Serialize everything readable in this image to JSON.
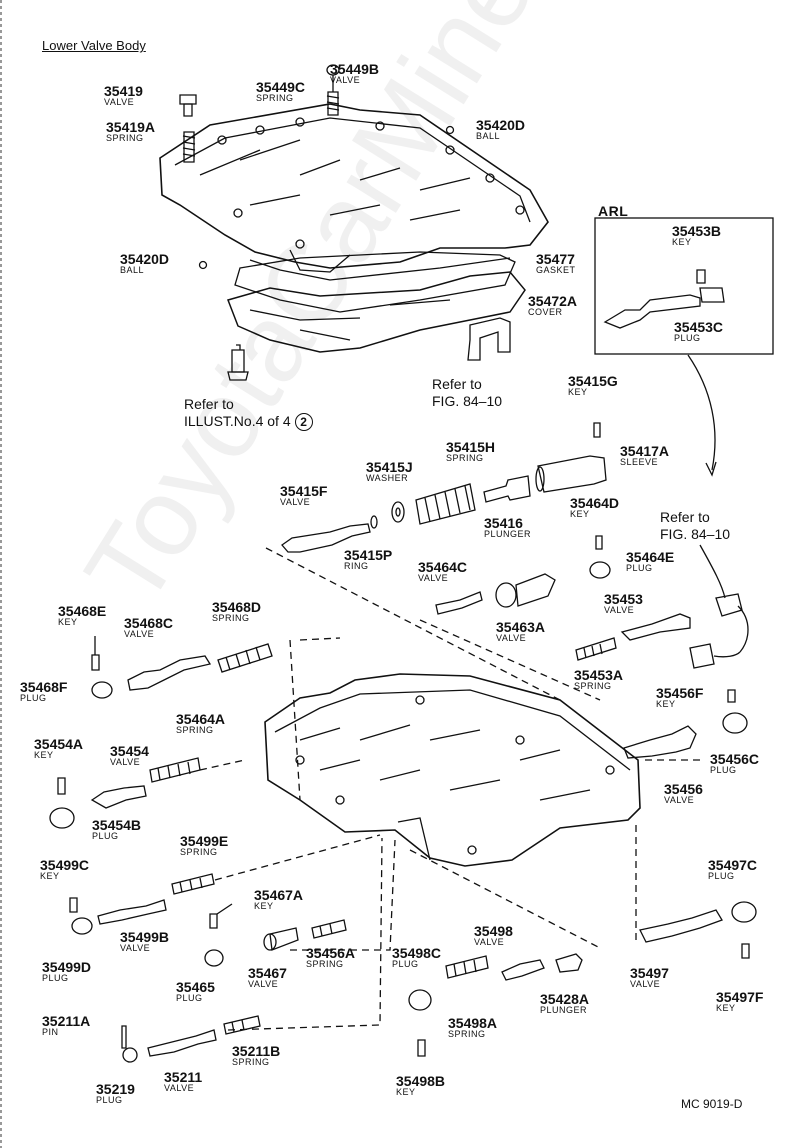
{
  "title": "Lower Valve Body",
  "figure_code": "MC 9019-D",
  "watermark": "ToyotaCarMine.ru",
  "arl_label": "ARL",
  "references": {
    "illust_line1": "Refer to",
    "illust_line2": "ILLUST.No.4 of 4",
    "illust_circle": "2",
    "fig_a_line1": "Refer to",
    "fig_a_line2": "FIG. 84–10",
    "fig_b_line1": "Refer to",
    "fig_b_line2": "FIG. 84–10"
  },
  "parts": [
    {
      "num": "35419",
      "name": "VALVE"
    },
    {
      "num": "35419A",
      "name": "SPRING"
    },
    {
      "num": "35449B",
      "name": "VALVE"
    },
    {
      "num": "35449C",
      "name": "SPRING"
    },
    {
      "num": "35420D",
      "name": "BALL"
    },
    {
      "num": "35420D",
      "name": "BALL"
    },
    {
      "num": "35477",
      "name": "GASKET"
    },
    {
      "num": "35472A",
      "name": "COVER"
    },
    {
      "num": "35453B",
      "name": "KEY"
    },
    {
      "num": "35453C",
      "name": "PLUG"
    },
    {
      "num": "35415G",
      "name": "KEY"
    },
    {
      "num": "35415H",
      "name": "SPRING"
    },
    {
      "num": "35417A",
      "name": "SLEEVE"
    },
    {
      "num": "35415J",
      "name": "WASHER"
    },
    {
      "num": "35415F",
      "name": "VALVE"
    },
    {
      "num": "35416",
      "name": "PLUNGER"
    },
    {
      "num": "35415P",
      "name": "RING"
    },
    {
      "num": "35464D",
      "name": "KEY"
    },
    {
      "num": "35464E",
      "name": "PLUG"
    },
    {
      "num": "35464C",
      "name": "VALVE"
    },
    {
      "num": "35468E",
      "name": "KEY"
    },
    {
      "num": "35468C",
      "name": "VALVE"
    },
    {
      "num": "35468D",
      "name": "SPRING"
    },
    {
      "num": "35468F",
      "name": "PLUG"
    },
    {
      "num": "35463A",
      "name": "VALVE"
    },
    {
      "num": "35453",
      "name": "VALVE"
    },
    {
      "num": "35453A",
      "name": "SPRING"
    },
    {
      "num": "35456F",
      "name": "KEY"
    },
    {
      "num": "35464A",
      "name": "SPRING"
    },
    {
      "num": "35454A",
      "name": "KEY"
    },
    {
      "num": "35454",
      "name": "VALVE"
    },
    {
      "num": "35456C",
      "name": "PLUG"
    },
    {
      "num": "35456",
      "name": "VALVE"
    },
    {
      "num": "35454B",
      "name": "PLUG"
    },
    {
      "num": "35499E",
      "name": "SPRING"
    },
    {
      "num": "35499C",
      "name": "KEY"
    },
    {
      "num": "35467A",
      "name": "KEY"
    },
    {
      "num": "35497C",
      "name": "PLUG"
    },
    {
      "num": "35499B",
      "name": "VALVE"
    },
    {
      "num": "35498",
      "name": "VALVE"
    },
    {
      "num": "35456A",
      "name": "SPRING"
    },
    {
      "num": "35498C",
      "name": "PLUG"
    },
    {
      "num": "35499D",
      "name": "PLUG"
    },
    {
      "num": "35465",
      "name": "PLUG"
    },
    {
      "num": "35467",
      "name": "VALVE"
    },
    {
      "num": "35497",
      "name": "VALVE"
    },
    {
      "num": "35428A",
      "name": "PLUNGER"
    },
    {
      "num": "35497F",
      "name": "KEY"
    },
    {
      "num": "35211A",
      "name": "PIN"
    },
    {
      "num": "35498A",
      "name": "SPRING"
    },
    {
      "num": "35211B",
      "name": "SPRING"
    },
    {
      "num": "35219",
      "name": "PLUG"
    },
    {
      "num": "35211",
      "name": "VALVE"
    },
    {
      "num": "35498B",
      "name": "KEY"
    }
  ]
}
